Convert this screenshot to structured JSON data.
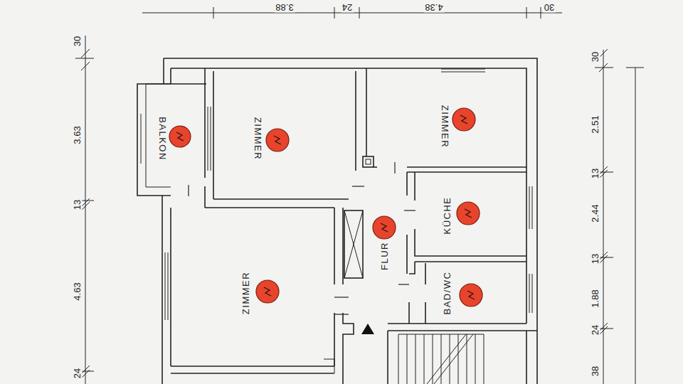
{
  "diagram": {
    "nodes": [
      {
        "text": [
          "BALKON"
        ]
      },
      {
        "text": [
          "ZIMMER"
        ]
      },
      {
        "text": [
          "ZIMMER"
        ]
      },
      {
        "text": [
          "KÜCHE"
        ]
      },
      {
        "text": [
          "FLUR"
        ]
      },
      {
        "text": [
          "ZIMMER"
        ]
      },
      {
        "text": [
          "BAD/WC"
        ]
      }
    ],
    "labels": [
      "30",
      "3.63",
      "13",
      "4.63",
      "24",
      "30",
      "2.51",
      "13",
      "2.44",
      "13",
      "1.88",
      "24",
      "38",
      "3.88",
      "24",
      "4.38",
      "30"
    ]
  }
}
